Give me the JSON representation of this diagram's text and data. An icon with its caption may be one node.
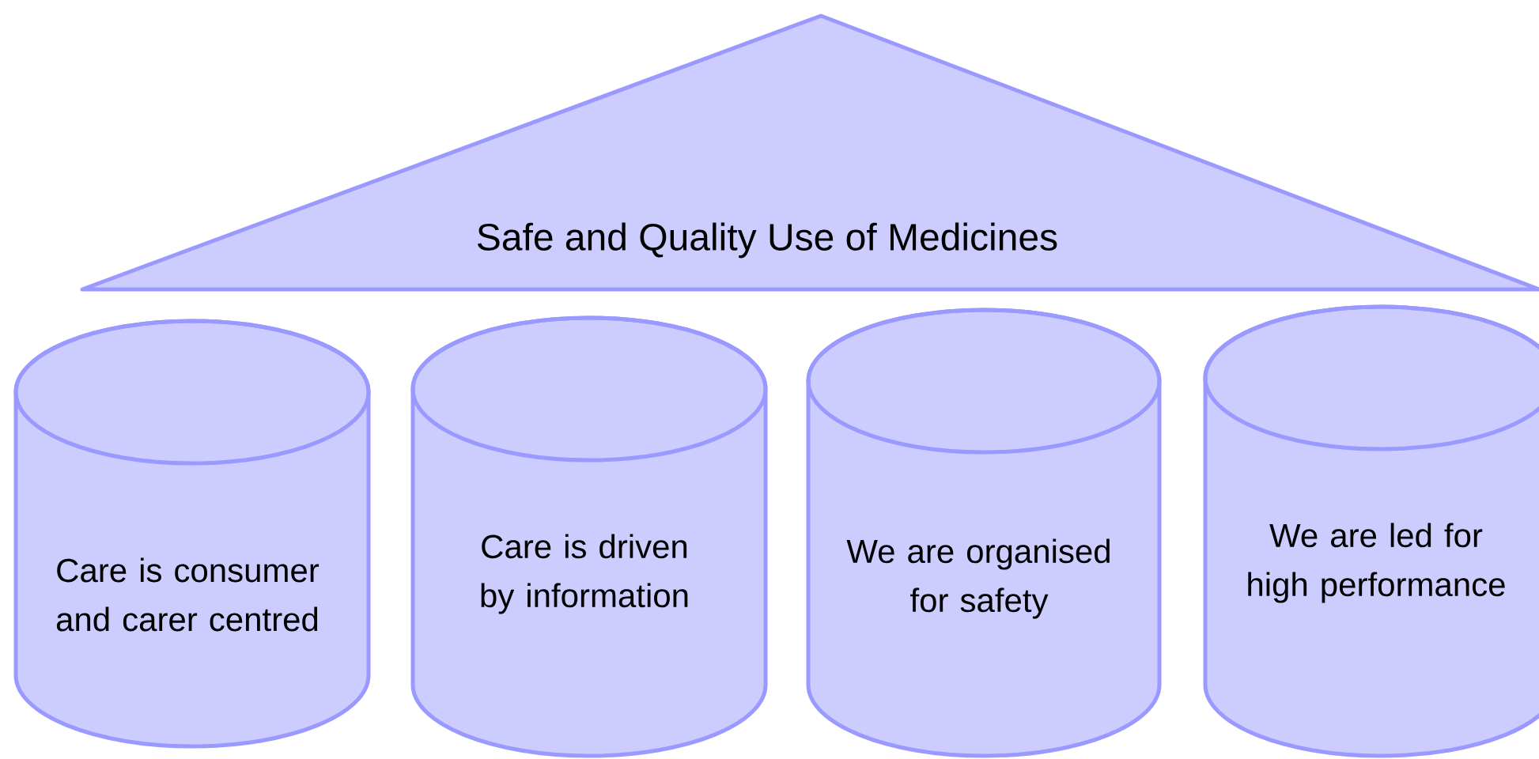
{
  "diagram": {
    "nodes": [
      {
        "text": [
          "Safe and Quality Use of Medicines"
        ]
      },
      {
        "text": [
          "Care is consumer and carer centred"
        ]
      },
      {
        "text": [
          "Care is driven by information"
        ]
      },
      {
        "text": [
          "We are organised for safety"
        ]
      },
      {
        "text": [
          "We are led for high performance"
        ]
      }
    ]
  }
}
